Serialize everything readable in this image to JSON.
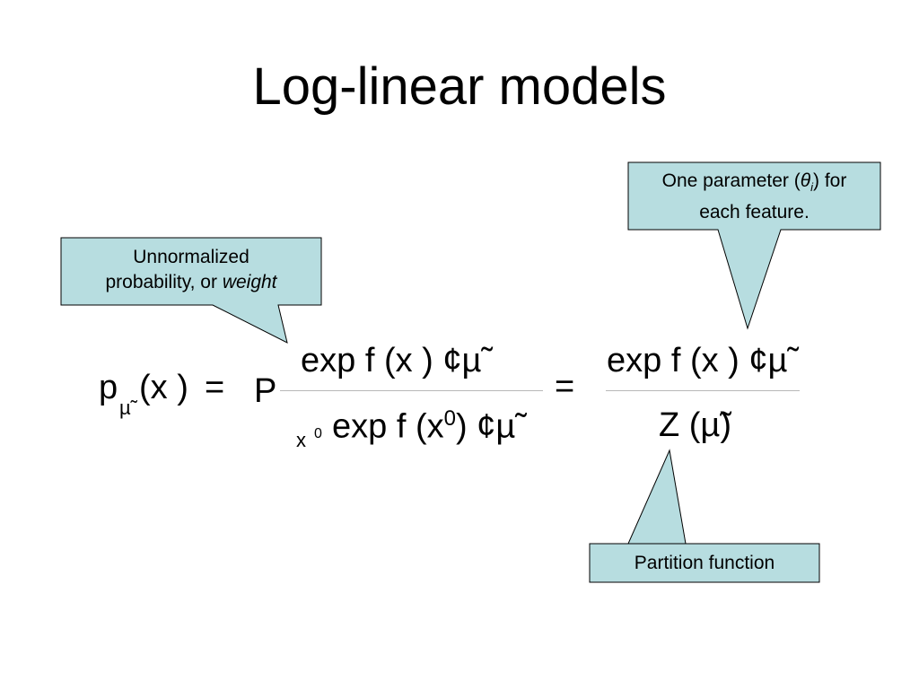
{
  "slide": {
    "title": "Log-linear models",
    "callouts": {
      "weight": {
        "line1": "Unnormalized",
        "line2_prefix": "probability, or ",
        "line2_italic": "weight"
      },
      "parameter": {
        "text_a": "One parameter (",
        "theta": "θ",
        "sub_i": "i",
        "text_b": ") for",
        "line2": "each feature."
      },
      "partition": {
        "text": "Partition function"
      }
    },
    "colors": {
      "callout_fill": "#b7dde0",
      "callout_border": "#000000",
      "rule": "#b8b8b8"
    }
  },
  "formula": {
    "lhs_p": "p",
    "lhs_sub": "µ̃",
    "lhs_args": "(x )",
    "eq1": "=",
    "sum_p": "P",
    "sum_index": "x",
    "sum_index_sup": "0",
    "num1": "exp f (x ) ¢µ̃",
    "den1_a": "exp f (x",
    "den1_sup": "0",
    "den1_b": ") ¢µ̃",
    "eq2": "=",
    "num2": "exp f (x ) ¢µ̃",
    "den2": "Z (µ̃)"
  }
}
